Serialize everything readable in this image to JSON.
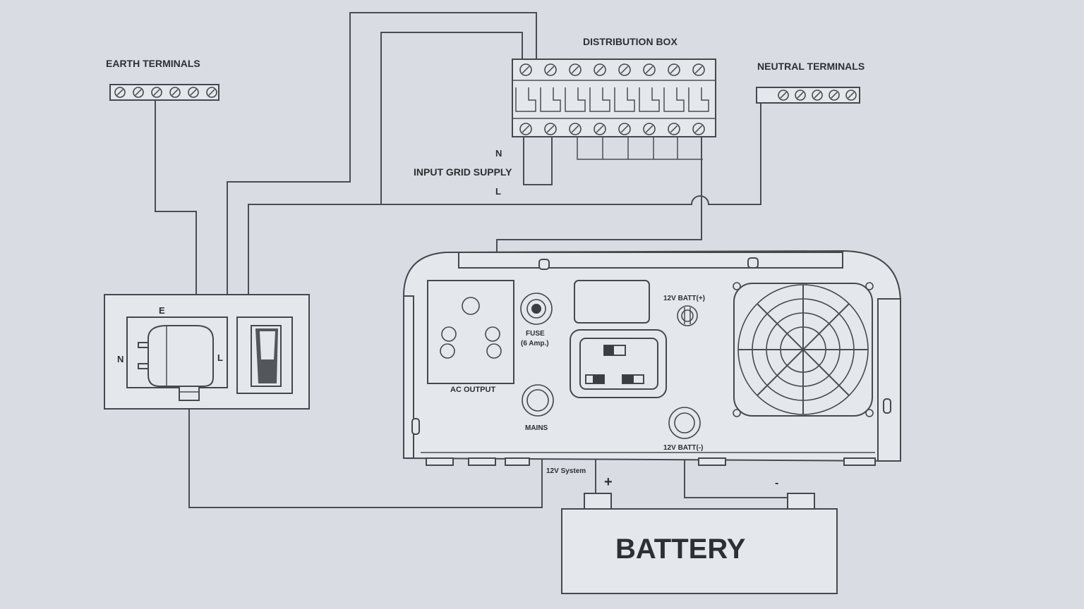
{
  "labels": {
    "earth_terminals": "EARTH TERMINALS",
    "distribution_box": "DISTRIBUTION BOX",
    "neutral_terminals": "NEUTRAL TERMINALS",
    "input_grid_supply": "INPUT GRID SUPPLY",
    "grid_n": "N",
    "grid_l": "L",
    "socket_e": "E",
    "socket_n": "N",
    "socket_l": "L",
    "ac_output": "AC OUTPUT",
    "fuse": "FUSE",
    "fuse_rating": "(6 Amp.)",
    "mains": "MAINS",
    "batt_pos": "12V BATT(+)",
    "batt_neg": "12V BATT(-)",
    "system": "12V System",
    "battery": "BATTERY",
    "plus": "+",
    "minus": "-"
  },
  "colors": {
    "background": "#d9dde3",
    "line": "#4a4d52",
    "text": "#2c2f33"
  }
}
